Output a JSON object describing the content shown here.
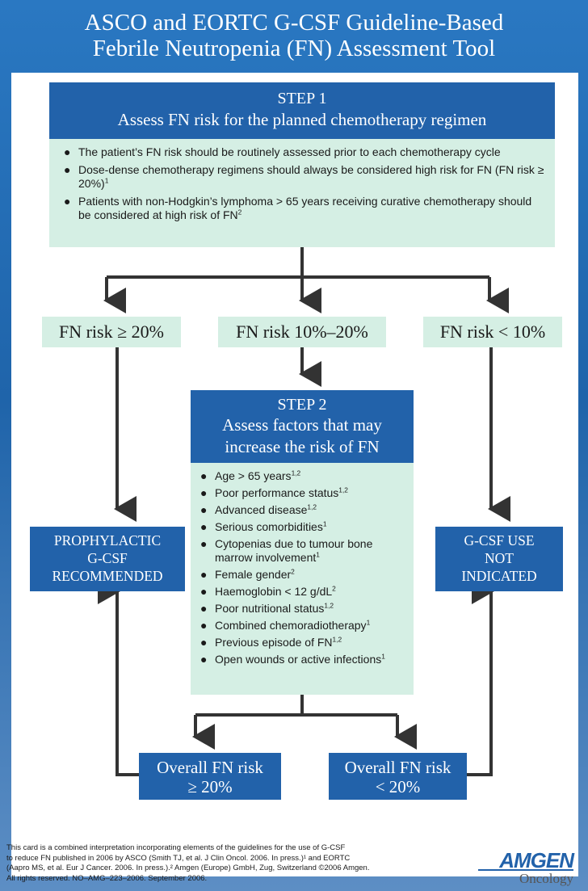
{
  "title": {
    "line1": "ASCO and EORTC G-CSF Guideline-Based",
    "line2": "Febrile Neutropenia (FN) Assessment Tool"
  },
  "step1": {
    "heading": "STEP 1",
    "subheading": "Assess FN risk for the planned chemotherapy regimen",
    "bullets": [
      {
        "text": "The patient’s FN risk should be routinely assessed prior to each chemotherapy cycle",
        "sup": ""
      },
      {
        "text": "Dose-dense chemotherapy regimens should always be considered high risk for FN (FN risk ≥ 20%)",
        "sup": "1"
      },
      {
        "text": "Patients with non-Hodgkin’s lymphoma > 65 years receiving curative chemotherapy should be considered at high risk of FN",
        "sup": "2"
      }
    ]
  },
  "risk": {
    "high": "FN risk ≥ 20%",
    "mid": "FN risk 10%–20%",
    "low": "FN risk < 10%"
  },
  "step2": {
    "heading": "STEP 2",
    "subheading_line1": "Assess factors that may",
    "subheading_line2": "increase the risk of FN",
    "factors": [
      {
        "text": "Age > 65 years",
        "sup": "1,2"
      },
      {
        "text": "Poor performance status",
        "sup": "1,2"
      },
      {
        "text": "Advanced disease",
        "sup": "1,2"
      },
      {
        "text": "Serious comorbidities",
        "sup": "1"
      },
      {
        "text": "Cytopenias due to tumour bone marrow involvement",
        "sup": "1"
      },
      {
        "text": "Female gender",
        "sup": "2"
      },
      {
        "text": "Haemoglobin < 12 g/dL",
        "sup": "2"
      },
      {
        "text": "Poor nutritional status",
        "sup": "1,2"
      },
      {
        "text": "Combined chemoradiotherapy",
        "sup": "1"
      },
      {
        "text": "Previous episode of FN",
        "sup": "1,2"
      },
      {
        "text": "Open wounds or active infections",
        "sup": "1"
      }
    ]
  },
  "outcome_left": {
    "line1": "PROPHYLACTIC",
    "line2": "G-CSF",
    "line3": "RECOMMENDED"
  },
  "outcome_right": {
    "line1": "G-CSF USE",
    "line2": "NOT",
    "line3": "INDICATED"
  },
  "overall": {
    "high_line1": "Overall FN risk",
    "high_line2": "≥ 20%",
    "low_line1": "Overall FN risk",
    "low_line2": "< 20%"
  },
  "footer": {
    "line1": "This card is a combined interpretation incorporating elements of the guidelines for the use of G-CSF",
    "line2": "to reduce FN published in 2006 by ASCO (Smith TJ, et al. J Clin Oncol. 2006. In press.)¹ and EORTC",
    "line3": "(Aapro MS, et al. Eur J Cancer. 2006. In press.).² Amgen (Europe) GmbH, Zug, Switzerland ©2006 Amgen.",
    "line4": "All rights reserved. NO–AMG–223–2006. September 2006."
  },
  "brand": {
    "logo": "AMGEN",
    "division": "Oncology"
  },
  "colors": {
    "background_blue": "#1e63a8",
    "box_blue": "#2262aa",
    "mint": "#d5efe4",
    "arrow": "#333333"
  }
}
